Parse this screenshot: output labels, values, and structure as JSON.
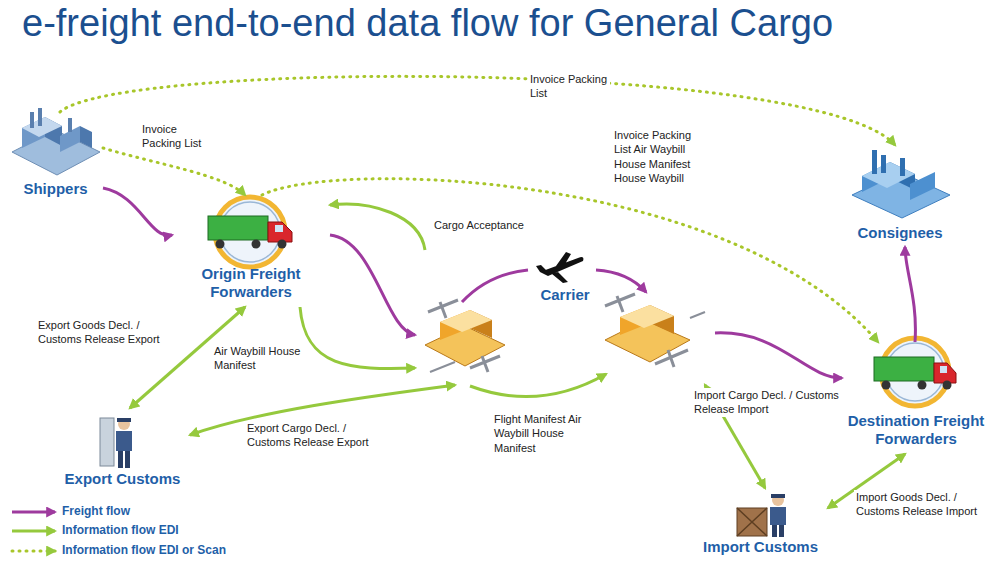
{
  "diagram": {
    "title": "e-freight end-to-end data flow for General Cargo",
    "nodes": [
      {
        "text": [
          "Shippers"
        ]
      },
      {
        "text": [
          "Origin Freight Forwarders"
        ]
      },
      {
        "text": [
          "Carrier"
        ]
      },
      {
        "text": [
          "Consignees"
        ]
      },
      {
        "text": [
          "Destination Freight Forwarders"
        ]
      },
      {
        "text": [
          "Export Customs"
        ]
      },
      {
        "text": [
          "Import Customs"
        ]
      }
    ],
    "edges": [
      {
        "from": 0,
        "to": 1,
        "arrow": "to"
      },
      {
        "from": 0,
        "to": 1,
        "arrow": "to",
        "label": "Invoice Packing List"
      },
      {
        "from": 0,
        "to": 3,
        "arrow": "to",
        "label": "Invoice Packing List"
      },
      {
        "from": 1,
        "to": 4,
        "arrow": "to",
        "label": "Invoice Packing List Air Waybill House Manifest House Waybill"
      },
      {
        "from": 2,
        "to": 1,
        "arrow": "to",
        "label": "Cargo Acceptance"
      },
      {
        "from": 1,
        "to": 2,
        "arrow": "to"
      },
      {
        "from": 1,
        "to": 5,
        "arrow": "both",
        "label": "Export Goods Decl. / Customs Release Export"
      },
      {
        "from": 1,
        "to": 2,
        "arrow": "to",
        "label": "Air Waybill House Manifest"
      },
      {
        "from": 2,
        "to": 5,
        "arrow": "both",
        "label": "Export Cargo Decl. / Customs Release Export"
      },
      {
        "from": 2,
        "to": 6,
        "arrow": "both",
        "label": "Import Cargo Decl. / Customs Release Import"
      },
      {
        "from": 2,
        "to": 4,
        "arrow": "to"
      },
      {
        "from": 4,
        "to": 6,
        "arrow": "both",
        "label": "Import Goods Decl. / Customs Release Import"
      },
      {
        "from": 4,
        "to": 3,
        "arrow": "to"
      }
    ],
    "labels": [
      "Flight Manifest Air Waybill House Manifest"
    ],
    "legend": [
      {
        "text": "Freight flow"
      },
      {
        "text": "Information flow EDI"
      },
      {
        "text": "Information flow EDI or Scan"
      }
    ]
  }
}
